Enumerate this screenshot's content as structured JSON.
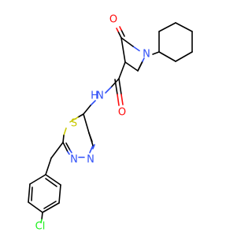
{
  "molecule": {
    "atoms": {
      "n_ring": "N",
      "o_lactam": "O",
      "n_amide": "N",
      "h_amide": "H",
      "o_amide": "O",
      "s_thiadiazole": "S",
      "n_thiadiazole_1": "N",
      "n_thiadiazole_2": "N",
      "cl": "Cl"
    },
    "colors": {
      "carbon": "#000000",
      "nitrogen": "#3050F8",
      "oxygen": "#FF0D0D",
      "sulfur": "#C8C800",
      "chlorine": "#1FF01F",
      "background": "#FFFFFF"
    }
  }
}
